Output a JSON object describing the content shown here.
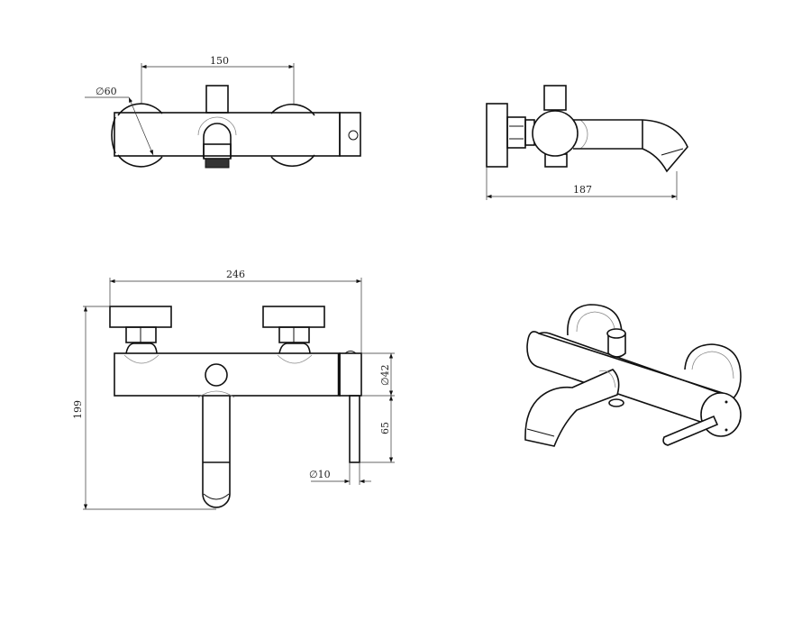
{
  "drawing": {
    "title": "Wall-mounted bath mixer technical drawing",
    "views": [
      {
        "name": "top-view",
        "dimensions": {
          "center_distance": "150",
          "rosette_diameter": "∅60"
        }
      },
      {
        "name": "side-view",
        "dimensions": {
          "depth": "187"
        }
      },
      {
        "name": "front-view",
        "dimensions": {
          "width": "246",
          "height": "199",
          "body_diameter": "∅42",
          "lever_length": "65",
          "lever_diameter": "∅10"
        }
      },
      {
        "name": "isometric-view",
        "dimensions": {}
      }
    ]
  },
  "labels": {
    "top_150": "150",
    "top_60": "∅60",
    "side_187": "187",
    "front_246": "246",
    "front_199": "199",
    "front_42": "∅42",
    "front_65": "65",
    "front_10": "∅10"
  }
}
